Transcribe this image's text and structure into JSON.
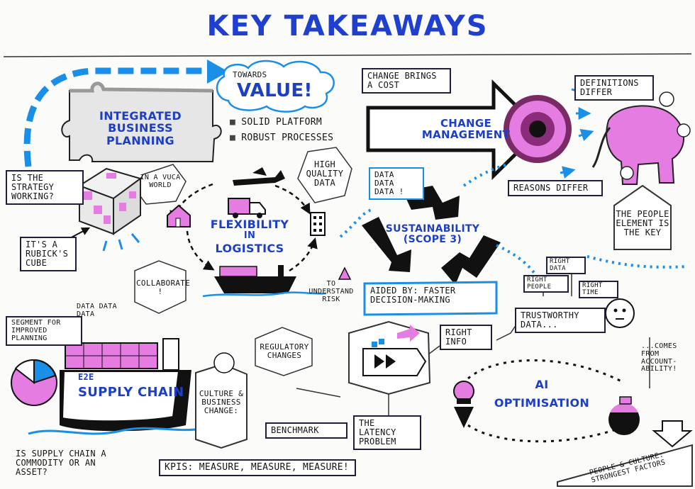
{
  "title": "KEY TAKEAWAYS",
  "labels": {
    "ibp": "INTEGRATED BUSINESS PLANNING",
    "towards": "TOWARDS",
    "value": "VALUE!",
    "solid_platform": "SOLID PLATFORM",
    "robust_processes": "ROBUST PROCESSES",
    "change_cost": "CHANGE BRINGS A COST",
    "change_mgmt": "CHANGE MANAGEMENT",
    "definitions_differ": "DEFINITIONS DIFFER",
    "reasons_differ": "REASONS DIFFER",
    "people_element": "THE PEOPLE ELEMENT IS the KEY",
    "strategy_working": "IS THE STRATEGY WORKING?",
    "rubicks": "IT'S A RUBICK'S CUBE",
    "vuca": "in a VUCA WORLD",
    "flex_1": "FLEXIBILITY",
    "flex_2": "in",
    "flex_3": "LOGISTICS",
    "high_quality": "HIGH QUALITY DATA",
    "data_data": "DATA DATA DATA !",
    "sustainability": "SUSTAINABILITY (SCOPE 3)",
    "collaborate": "COLLABORATE !",
    "understand_risk": "TO UNDERSTAND RISK",
    "aided_by": "AIDED BY: FASTER DECISION-MAKING",
    "right_data": "RIGHT DATA",
    "right_people": "RIGHT PEOPLE",
    "right_time": "RIGHT TIME",
    "trustworthy": "TRUSTWORTHY DATA...",
    "segment": "SEGMENT for IMPROVED PLANNING",
    "data_data_2": "DATA DATA DATA",
    "regulatory": "REGULATORY CHANGES",
    "right_info": "RIGHT INFO",
    "comes_from": "...COMES from ACCOUNT-ABILITY!",
    "e2e": "E2E",
    "supply_chain": "SUPPLY CHAIN",
    "culture": "CULTURE & BUSINESS CHANGE:",
    "ai": "AI",
    "optimisation": "OPTIMISATION",
    "benchmark": "BENCHMARK",
    "latency": "THE LATENCY PROBLEM",
    "commodity": "IS SUPPLY CHAIN A COMMODITY OR AN ASSET?",
    "kpis": "KPIs: MEASURE, MEASURE, MEASURE!",
    "people_culture": "PEOPLE & CULTURE: STRONGEST FACTORS"
  },
  "icons": [
    "puzzle-piece-icon",
    "rubiks-cube-icon",
    "airplane-icon",
    "truck-icon",
    "house-icon",
    "building-icon",
    "cargo-ship-icon",
    "warning-triangle-icon",
    "target-icon",
    "elephant-icon",
    "recycle-arrows-icon",
    "face-icon",
    "robot-icon",
    "down-arrow-icon"
  ],
  "colors": {
    "title_blue": "#1e3fd0",
    "accent_blue": "#1a8fe8",
    "pink": "#e47ce2",
    "ink": "#141414"
  }
}
